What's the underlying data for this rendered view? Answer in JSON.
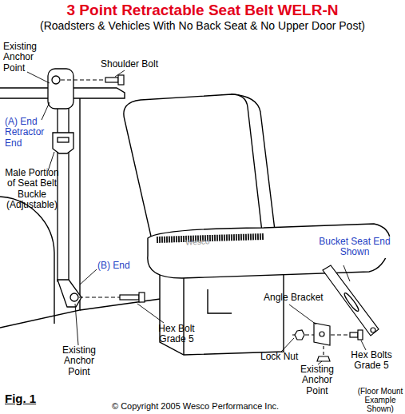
{
  "diagram": {
    "title": "3 Point Retractable Seat Belt WELR-N",
    "caption": "Fig. 1",
    "labels": [
      "(Roadsters & Vehicles With No Back Seat & No Upper Door Post)",
      "Existing Anchor Point",
      "Shoulder Bolt",
      "(A) End Retractor End",
      "Male Portion of Seat Belt Buckle (Adjustable)",
      "(B) End",
      "Hex Bolt Grade 5",
      "Existing Anchor Point",
      "Wesco",
      "Bucket Seat End Shown",
      "Angle Bracket",
      "Lock Nut",
      "Hex Bolts Grade 5",
      "Existing Anchor Point",
      "(Floor Mount Example Shown)",
      "© Copyright 2005 Wesco Performance Inc."
    ]
  }
}
